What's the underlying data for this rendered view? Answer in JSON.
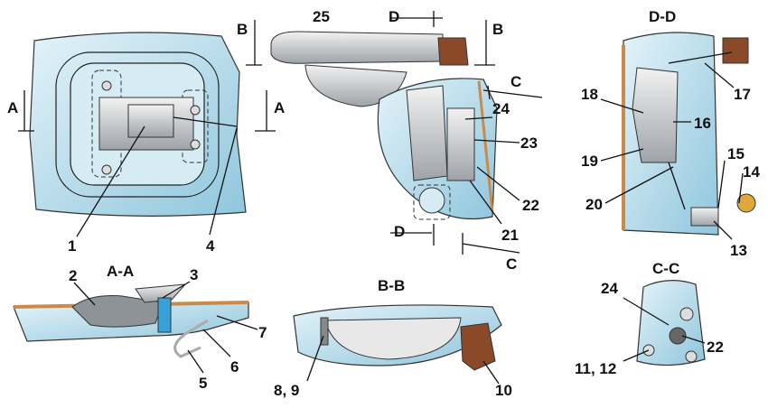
{
  "diagram": {
    "colors": {
      "panel": "#bfe1ef",
      "handle_tip": "#8a4a2a",
      "metal": "#c9ccd0",
      "edge": "#c98a4a"
    },
    "labels": {
      "sec_b_top_left": "B",
      "n25": "25",
      "sec_d_top": "D",
      "sec_b_top_right": "B",
      "view_dd": "D-D",
      "sec_a_left": "A",
      "sec_a_right": "A",
      "sec_c_top": "C",
      "n24_main": "24",
      "n18": "18",
      "n16": "16",
      "n17": "17",
      "n23": "23",
      "n19": "19",
      "n15": "15",
      "n14": "14",
      "n22_main": "22",
      "n20": "20",
      "n1": "1",
      "n4": "4",
      "n21": "21",
      "sec_d_bottom": "D",
      "sec_c_bottom": "C",
      "n13": "13",
      "n2": "2",
      "view_aa": "A-A",
      "n3": "3",
      "view_bb": "B-B",
      "n24_cc": "24",
      "view_cc": "C-C",
      "n7": "7",
      "n6": "6",
      "n5": "5",
      "n8_9": "8, 9",
      "n10": "10",
      "n11_12": "11, 12",
      "n22_cc": "22"
    }
  }
}
